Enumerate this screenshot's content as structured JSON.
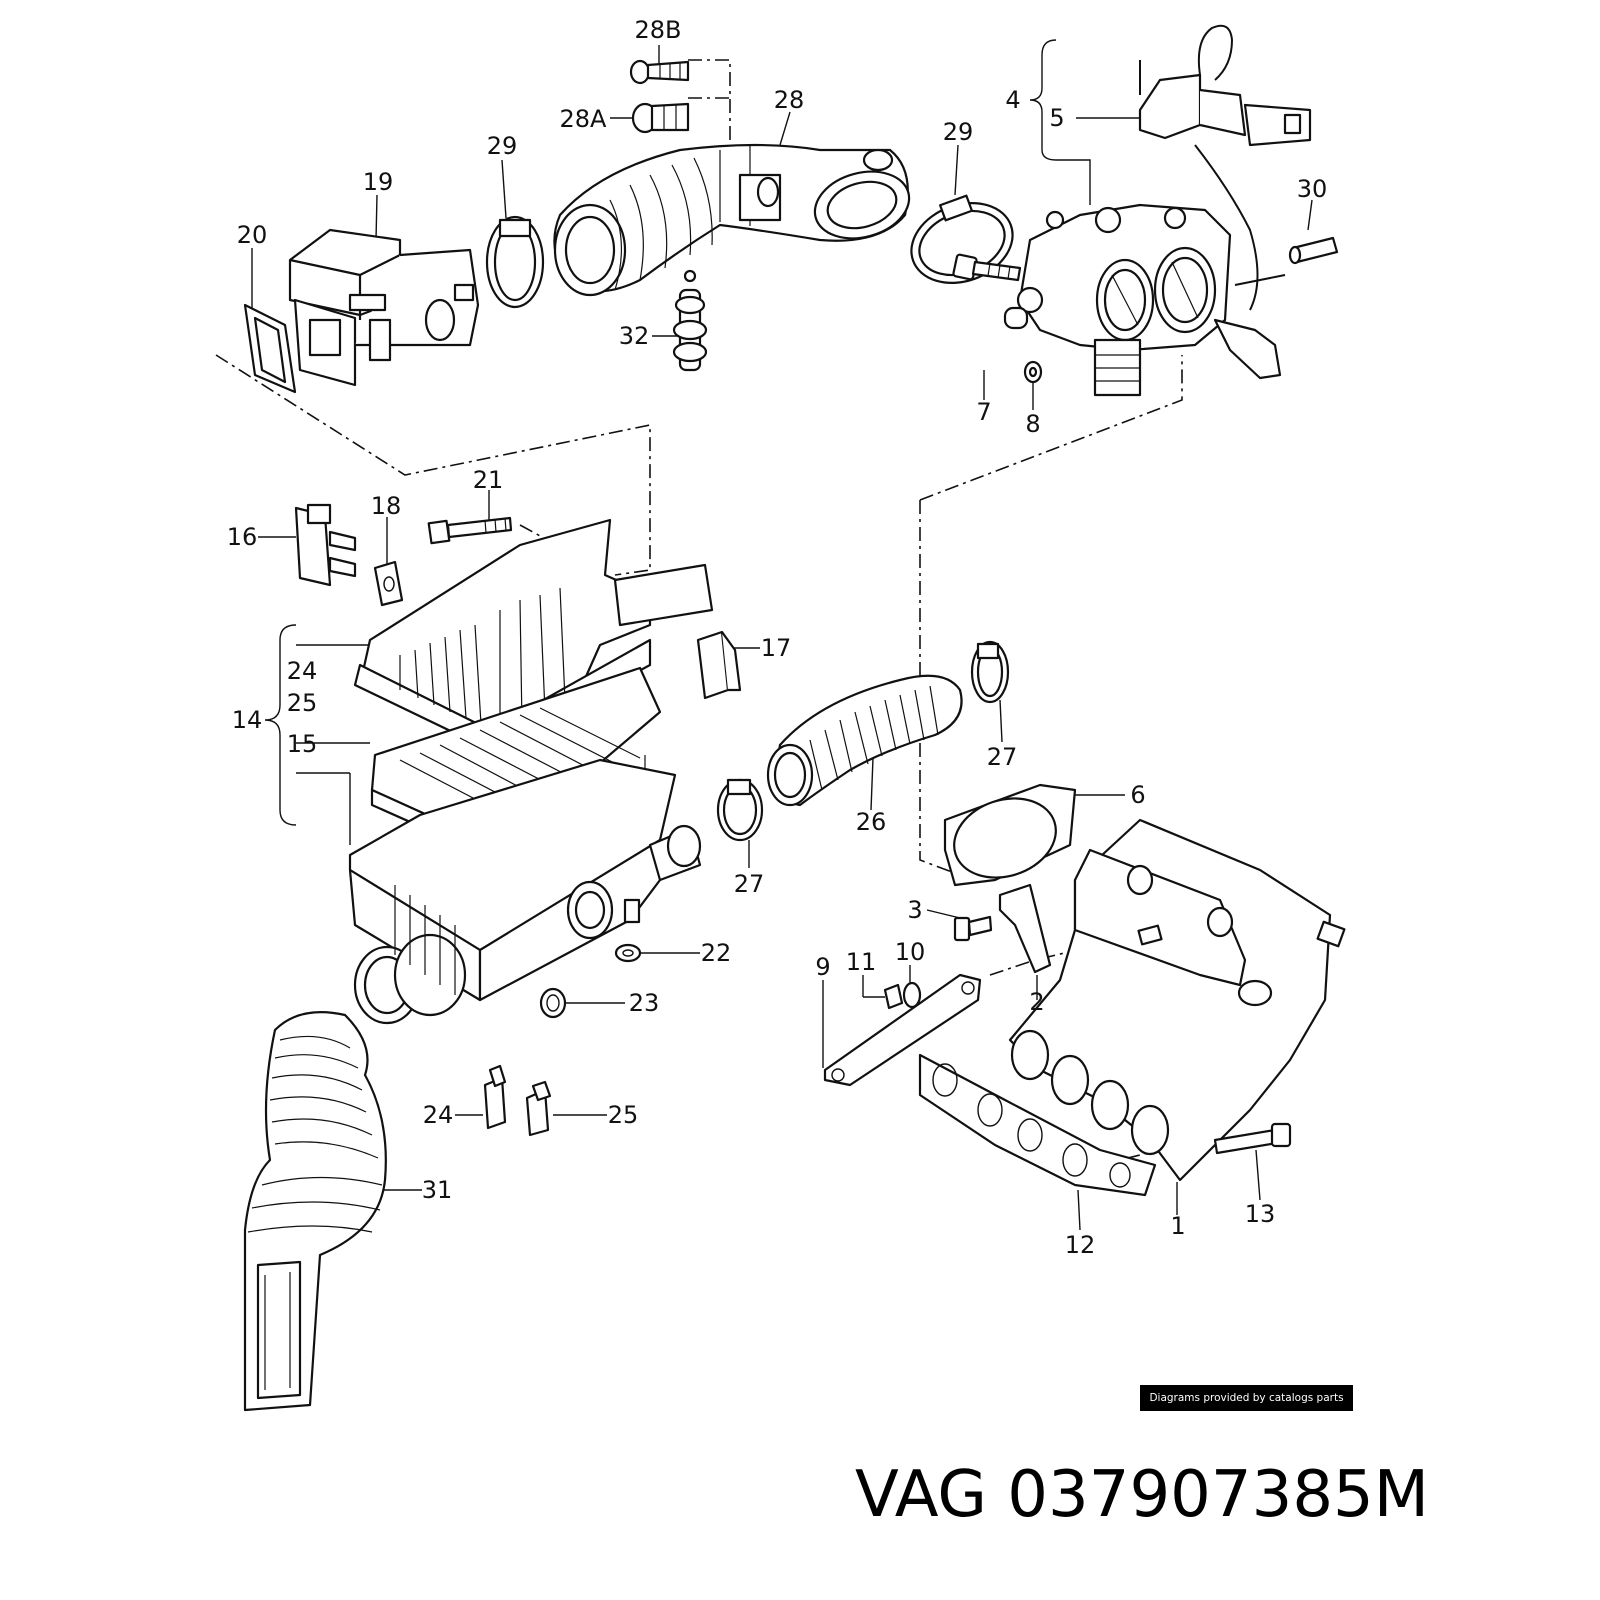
{
  "callouts": [
    "28B",
    "28A",
    "28",
    "29",
    "19",
    "20",
    "32",
    "29",
    "4",
    "5",
    "30",
    "7",
    "8",
    "21",
    "18",
    "16",
    "17",
    "24",
    "25",
    "14",
    "15",
    "27",
    "26",
    "27",
    "6",
    "22",
    "23",
    "3",
    "9",
    "11",
    "10",
    "2",
    "24",
    "25",
    "31",
    "13",
    "12",
    "1"
  ],
  "credit": "Diagrams provided by catalogs parts",
  "caption": "VAG 037907385M"
}
